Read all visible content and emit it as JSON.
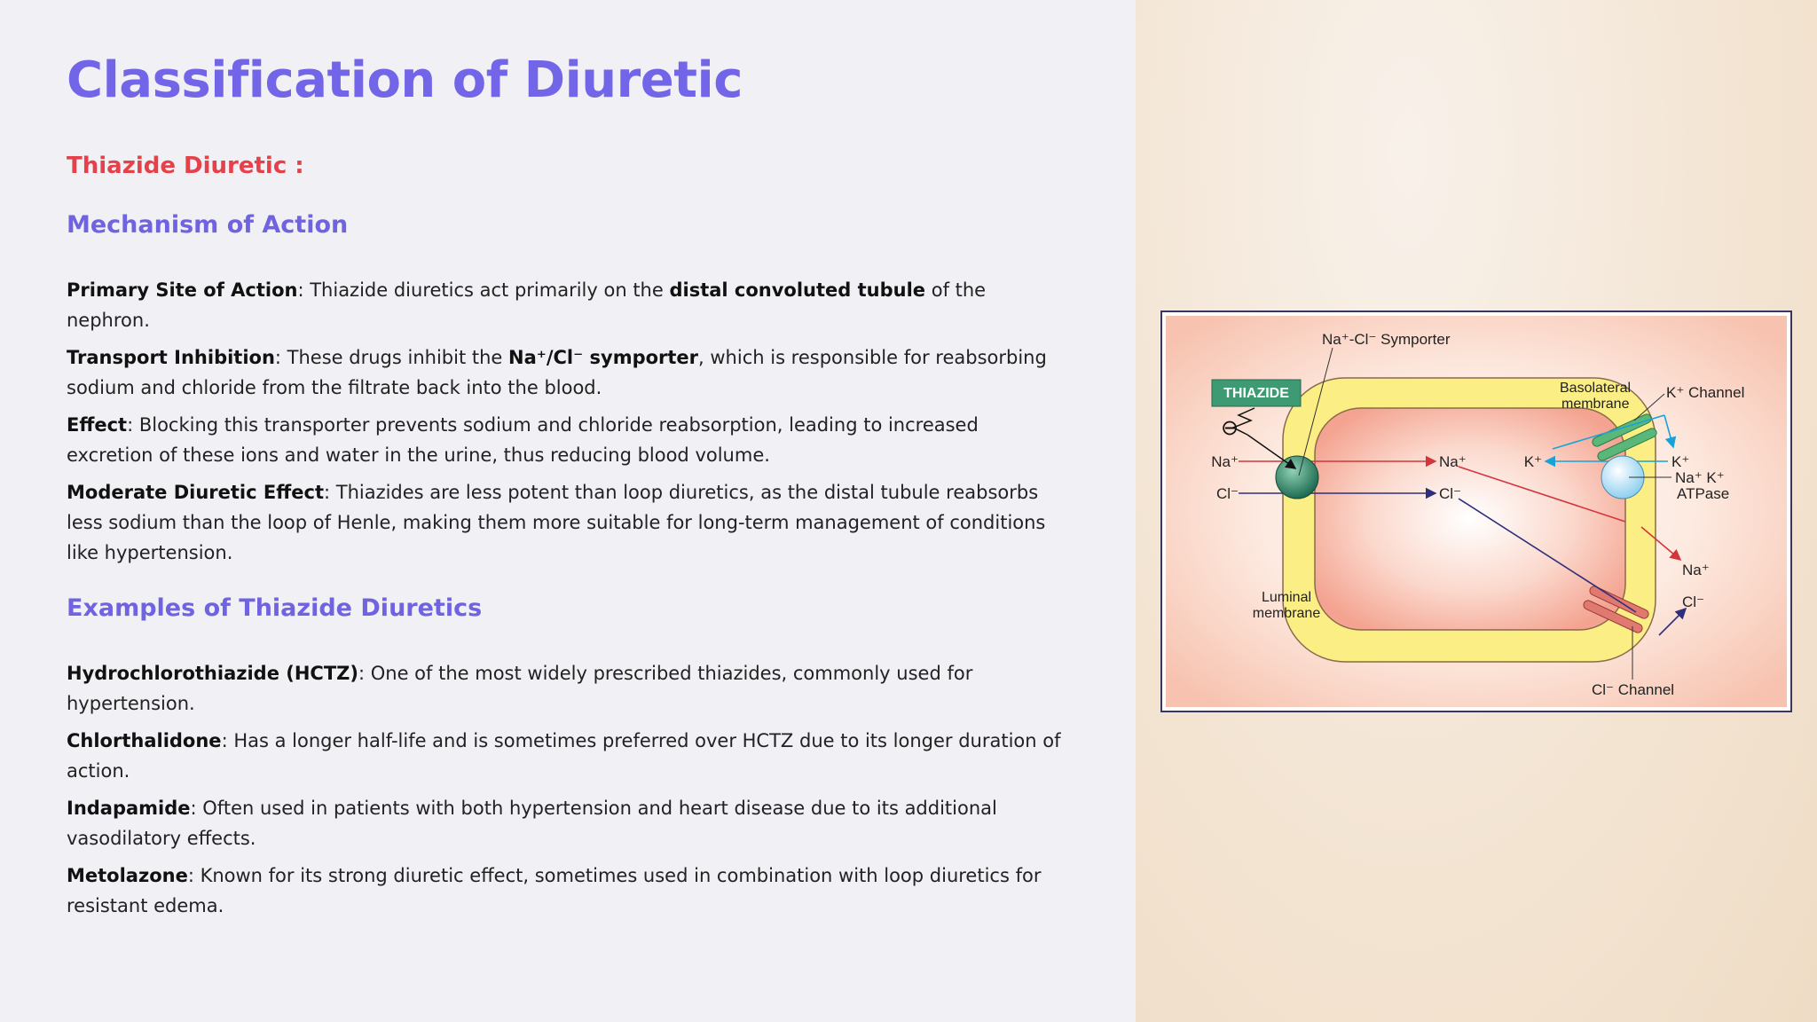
{
  "title": "Classification of Diuretic",
  "subtitle": "Thiazide Diuretic :",
  "section_mechanism": "Mechanism of Action",
  "mechanism": [
    {
      "label": "Primary Site of Action",
      "t1": ": Thiazide diuretics act primarily on the ",
      "b2": "distal convoluted tubule",
      "t2": " of the nephron."
    },
    {
      "label": "Transport Inhibition",
      "t1": ": These drugs inhibit the ",
      "b2": "Na⁺/Cl⁻ symporter",
      "t2": ", which is responsible for reabsorbing sodium and chloride from the filtrate back into the blood."
    },
    {
      "label": "Effect",
      "t1": ": Blocking this transporter prevents sodium and chloride reabsorption, leading to increased excretion of these ions and water in the urine, thus reducing blood volume."
    },
    {
      "label": "Moderate Diuretic Effect",
      "t1": ": Thiazides are less potent than loop diuretics, as the distal tubule reabsorbs less sodium than the loop of Henle, making them more suitable for long-term management of conditions like hypertension."
    }
  ],
  "section_examples": "Examples of Thiazide Diuretics",
  "examples": [
    {
      "label": "Hydrochlorothiazide (HCTZ)",
      "t1": ": One of the most widely prescribed thiazides, commonly used for hypertension."
    },
    {
      "label": "Chlorthalidone",
      "t1": ": Has a longer half-life and is sometimes preferred over HCTZ due to its longer duration of action."
    },
    {
      "label": "Indapamide",
      "t1": ": Often used in patients with both hypertension and heart disease due to its additional vasodilatory effects."
    },
    {
      "label": "Metolazone",
      "t1": ": Known for its strong diuretic effect, sometimes used in combination with loop diuretics for resistant edema."
    }
  ],
  "diagram": {
    "symporter": "Na⁺-Cl⁻ Symporter",
    "thiazide": "THIAZIDE",
    "inhibit_symbol": "⊖",
    "basolateral": [
      "Basolateral",
      "membrane"
    ],
    "k_channel": "K⁺ Channel",
    "na_left": "Na⁺",
    "cl_left": "Cl⁻",
    "na_mid": "Na⁺",
    "cl_mid": "Cl⁻",
    "k_in": "K⁺",
    "k_out": "K⁺",
    "atpase_top": "Na⁺  K⁺",
    "atpase": "ATPase",
    "na_out": "Na⁺",
    "cl_out": "Cl⁻",
    "luminal": [
      "Luminal",
      "membrane"
    ],
    "cl_channel": "Cl⁻ Channel"
  },
  "colors": {
    "title": "#7265e8",
    "subtitle": "#e5414a",
    "heading": "#6f63e0",
    "na_arrow": "#d2363c",
    "cl_arrow": "#2e2f7a",
    "k_arrow": "#1aa2d8"
  }
}
